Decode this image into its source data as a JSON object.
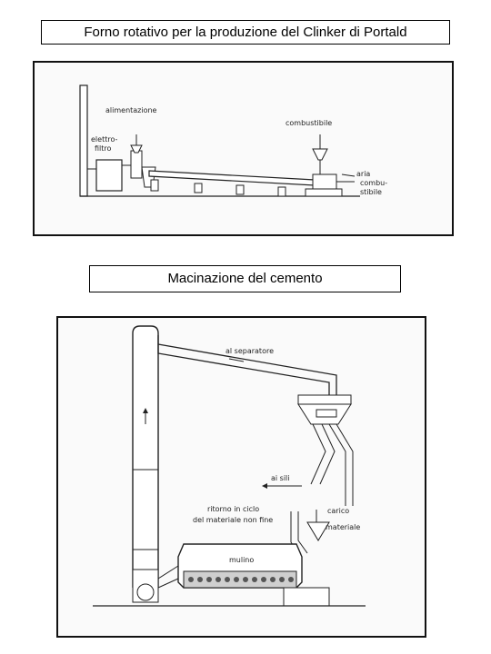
{
  "title_top": "Forno rotativo per la produzione del Clinker di Portald",
  "title_bottom": "Macinazione del cemento",
  "kiln_diagram": {
    "label_feed": "alimentazione",
    "label_filter_1": "elettro-",
    "label_filter_2": "filtro",
    "label_fuel": "combustibile",
    "label_air_1": "aria",
    "label_air_2": "combu-",
    "label_air_3": "stibile"
  },
  "mill_diagram": {
    "label_separator": "al separatore",
    "label_silos": "ai sili",
    "label_return_1": "ritorno in ciclo",
    "label_return_2": "del materiale non fine",
    "label_load_1": "carico",
    "label_load_2": "materiale",
    "label_mill": "mulino"
  }
}
